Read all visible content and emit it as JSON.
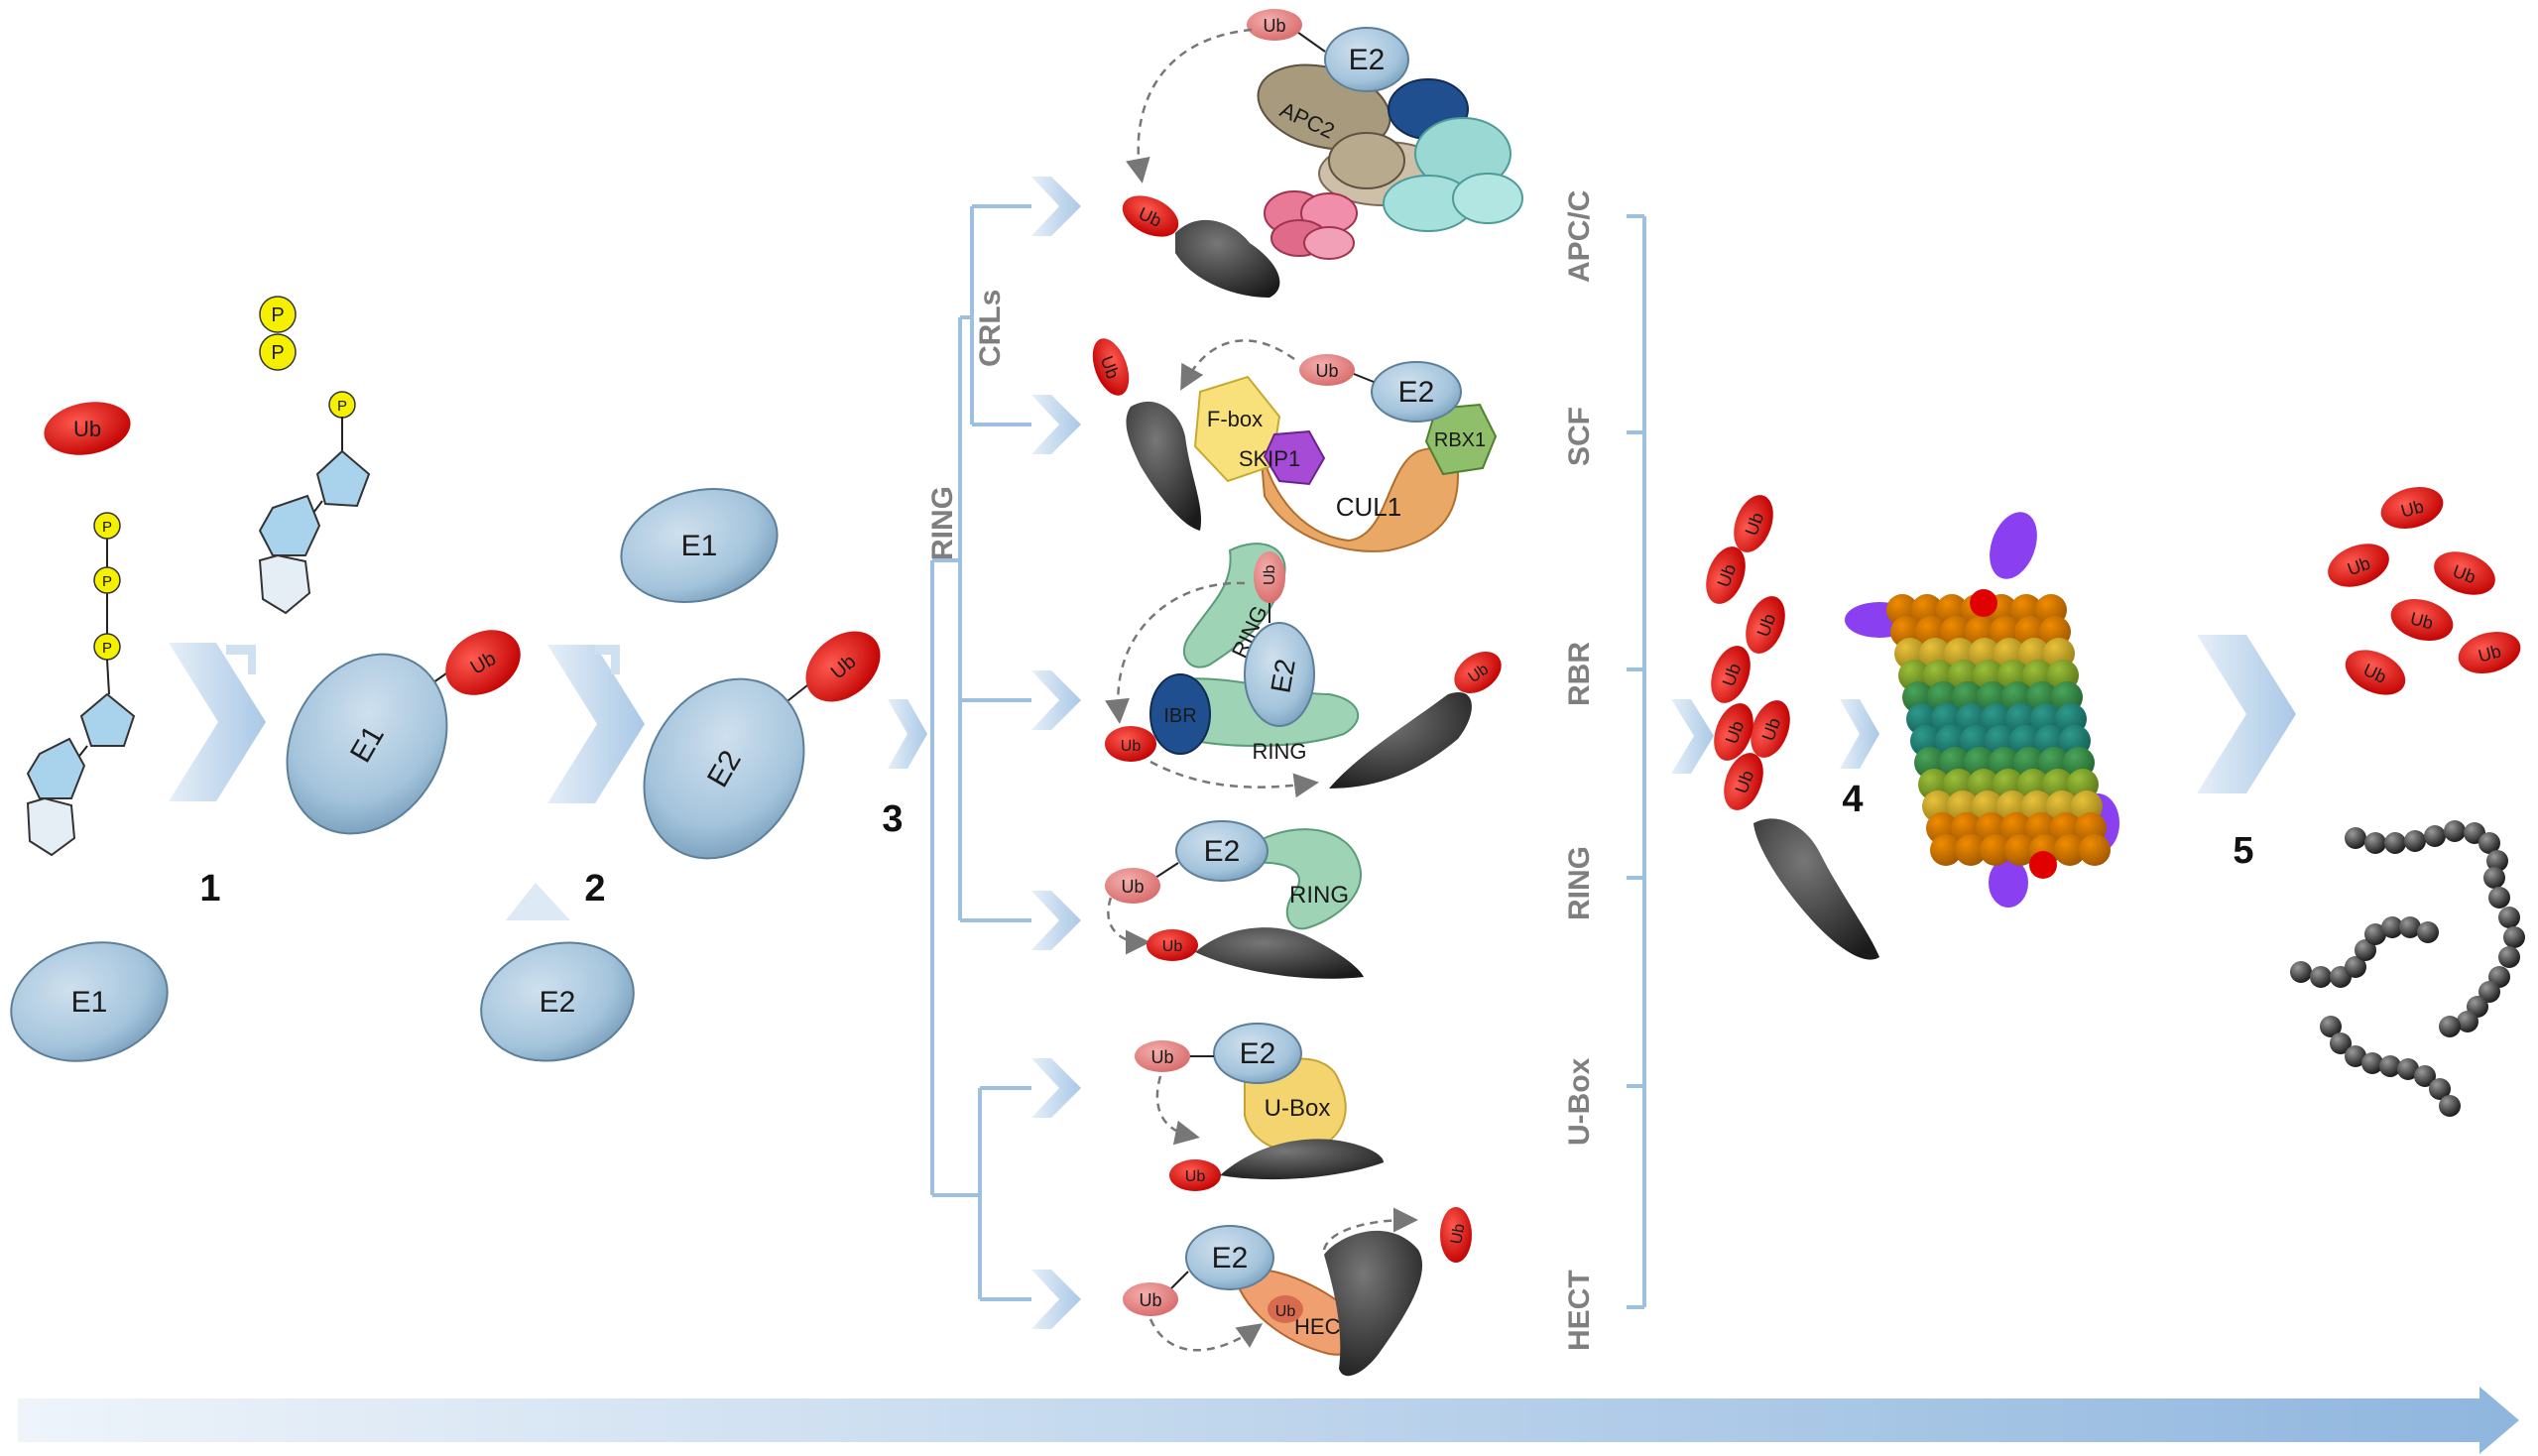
{
  "labels": {
    "ub": "Ub",
    "p": "P",
    "e1": "E1",
    "e2": "E2",
    "apc2": "APC2",
    "fbox": "F-box",
    "skp1": "SKIP1",
    "rbx1": "RBX1",
    "cul1": "CUL1",
    "ring": "RING",
    "ibr": "IBR",
    "ubox": "U-Box",
    "hect": "HECT",
    "crls": "CRLs"
  },
  "steps": [
    "1",
    "2",
    "3",
    "4",
    "5"
  ],
  "e3_classes": [
    "APC/C",
    "SCF",
    "RBR",
    "RING",
    "U-Box",
    "HECT"
  ],
  "colors": {
    "ub": "#e41b17",
    "ub_light": "#e8898a",
    "enzyme": "#a9c7dd",
    "arrow": "#c5d9ee",
    "line": "#9dbfe0",
    "substrate": "#2b2b2b",
    "atp": "#f5f000"
  }
}
